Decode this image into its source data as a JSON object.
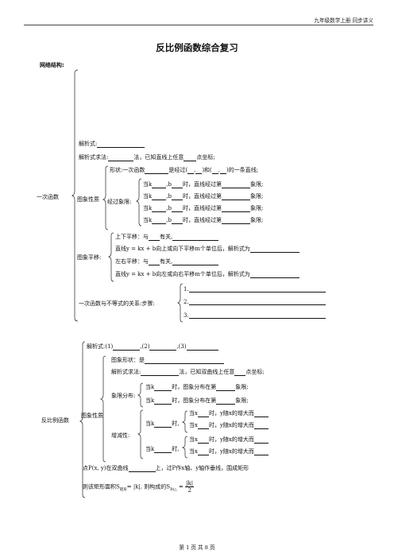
{
  "header": "九年级数学上册 同步讲义",
  "title": "反比例函数综合复习",
  "section_label": "网络结构:",
  "linear": {
    "root_label": "一次函数",
    "expression": "解析式:",
    "method": "解析式求法:",
    "method_tail": "法，已知直线上任意",
    "method_tail2": "点坐标;",
    "graph_props_label": "图象性质",
    "shape_pre": "形状:一次函数",
    "shape_mid": "是经过(",
    "shape_comma": ",",
    "shape_and": ")和(",
    "shape_tail": ")的一条直线;",
    "quadrant_label": "经过象限:",
    "q_when": "当k",
    "q_b": ",b",
    "q_mid": "时，直线经过第",
    "q_tail": "象限;",
    "translate_label": "图象平移:",
    "ud_pre": "上下平移：与",
    "ud_tail": "有关,",
    "ud_line": "直线y = kx + b向上或向下平移m个单位后，解析式为",
    "lr_pre": "左右平移：与",
    "lr_tail": "有关,",
    "lr_line": "直线y = kx + b向左或向右平移m个单位后，解析式为",
    "ineq_label": "一次函数与不等式的关系:",
    "steps_label": "步骤:",
    "steps": [
      "1.",
      "2.",
      "3."
    ]
  },
  "inverse": {
    "root_label": "反比例函数",
    "expression": "解析式:(1)",
    "expr2": ",(2)",
    "expr3": ",(3)",
    "graph_props_label": "图象性质",
    "shape": "图象形状：是",
    "method": "解析式求法:",
    "method_tail": "法，已知双曲线上任意",
    "method_tail2": "点坐标;",
    "quadrant_label": "象限分布:",
    "q_when": "当k",
    "q_mid": "时，图象分布在第",
    "q_tail": "象限;",
    "mono_label": "增减性:",
    "mono_when": "当k",
    "mono_comma": "时,",
    "mono_x": "当x",
    "mono_mid": "时，y随x的增大而",
    "point_line": "点P(x, y)在双曲线",
    "point_tail": "上，过P作x轴、y轴作垂线，围成矩形",
    "area_line_a": "则该矩形面积S",
    "area_sub_a": "矩形",
    "area_line_b": "= |k|, 则构成的S",
    "area_sub_b": "Rt△",
    "area_frac_num": "|k|",
    "area_frac_den": "2"
  },
  "footer": "第 1 页 共 8 页"
}
